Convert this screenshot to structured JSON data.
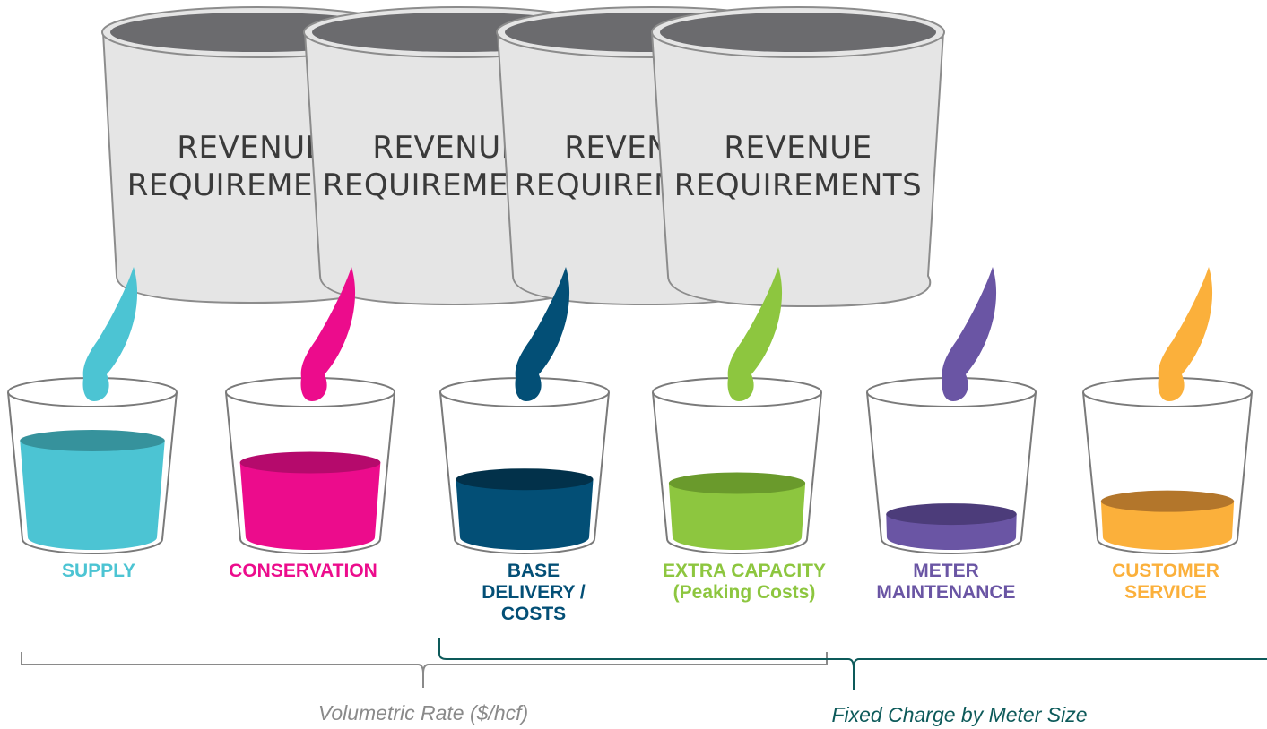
{
  "big_buckets": [
    {
      "line1": "REVENUE",
      "line2": "REQUIREMENTS"
    },
    {
      "line1": "REVENUE",
      "line2": "REQUIREMENTS"
    },
    {
      "line1": "REVENUE",
      "line2": "REQUIREMENTS"
    },
    {
      "line1": "REVENUE",
      "line2": "REQUIREMENTS"
    }
  ],
  "cups": [
    {
      "label": "SUPPLY",
      "color": "#4cc4d3",
      "dark": "#36929c",
      "fill_level": 0.75
    },
    {
      "label": "CONSERVATION",
      "color": "#ec0c8c",
      "dark": "#b50a6c",
      "fill_level": 0.58
    },
    {
      "label": "BASE\nDELIVERY /\nCOSTS",
      "color": "#034f76",
      "dark": "#02314a",
      "fill_level": 0.45
    },
    {
      "label": "EXTRA CAPACITY\n(Peaking Costs)",
      "color": "#8dc63f",
      "dark": "#6a9a2c",
      "fill_level": 0.42
    },
    {
      "label": "METER\nMAINTENANCE",
      "color": "#6a55a4",
      "dark": "#4c3c7a",
      "fill_level": 0.18
    },
    {
      "label": "CUSTOMER\nSERVICE",
      "color": "#fbb03b",
      "dark": "#b3762b",
      "fill_level": 0.28
    }
  ],
  "brackets": {
    "volumetric": {
      "label": "Volumetric Rate ($/hcf)",
      "color": "#8a8a8a"
    },
    "fixed": {
      "label": "Fixed Charge by Meter Size",
      "color": "#0d5a5a"
    }
  }
}
